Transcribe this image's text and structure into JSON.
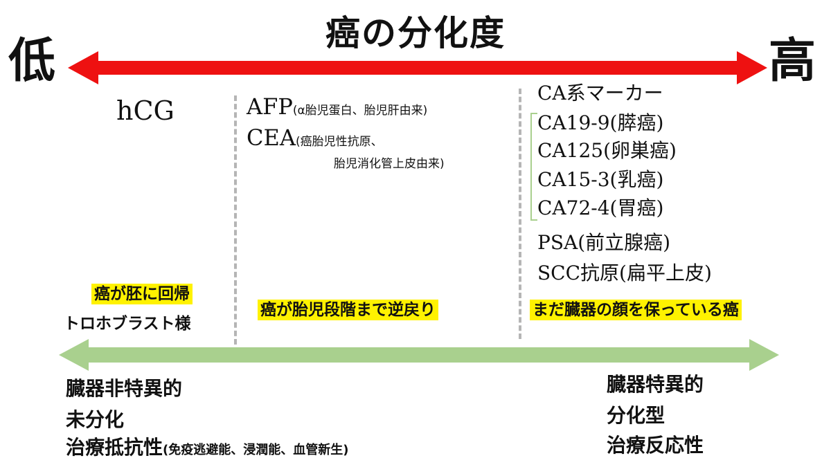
{
  "title": "癌の分化度",
  "axis": {
    "low_label": "低",
    "high_label": "高",
    "axis_color": "#ee1111",
    "effect_arrow_color": "#a9d08e",
    "highlight_color": "#fff200"
  },
  "left_col": {
    "marker": "hCG",
    "highlight": "癌が胚に回帰",
    "note": "トロホブラスト様"
  },
  "mid_col": {
    "afp_name": "AFP",
    "afp_detail": "(α胎児蛋白、胎児肝由来)",
    "cea_name": "CEA",
    "cea_detail_1": "(癌胎児性抗原、",
    "cea_detail_2": "胎児消化管上皮由来)",
    "highlight": "癌が胎児段階まで逆戻り"
  },
  "right_col": {
    "heading": "CA系マーカー",
    "ca_list": [
      "CA19-9(膵癌)",
      "CA125(卵巣癌)",
      "CA15-3(乳癌)",
      "CA72-4(胃癌)"
    ],
    "others": [
      "PSA(前立腺癌)",
      "SCC抗原(扁平上皮)"
    ],
    "highlight": "まだ臓器の顔を保っている癌"
  },
  "bottom_left": {
    "line1": "臓器非特異的",
    "line2": "未分化",
    "line3_main": "治療抵抗性",
    "line3_detail": "(免疫逃避能、浸潤能、血管新生)"
  },
  "bottom_right": {
    "line1": "臓器特異的",
    "line2": "分化型",
    "line3": "治療反応性"
  }
}
